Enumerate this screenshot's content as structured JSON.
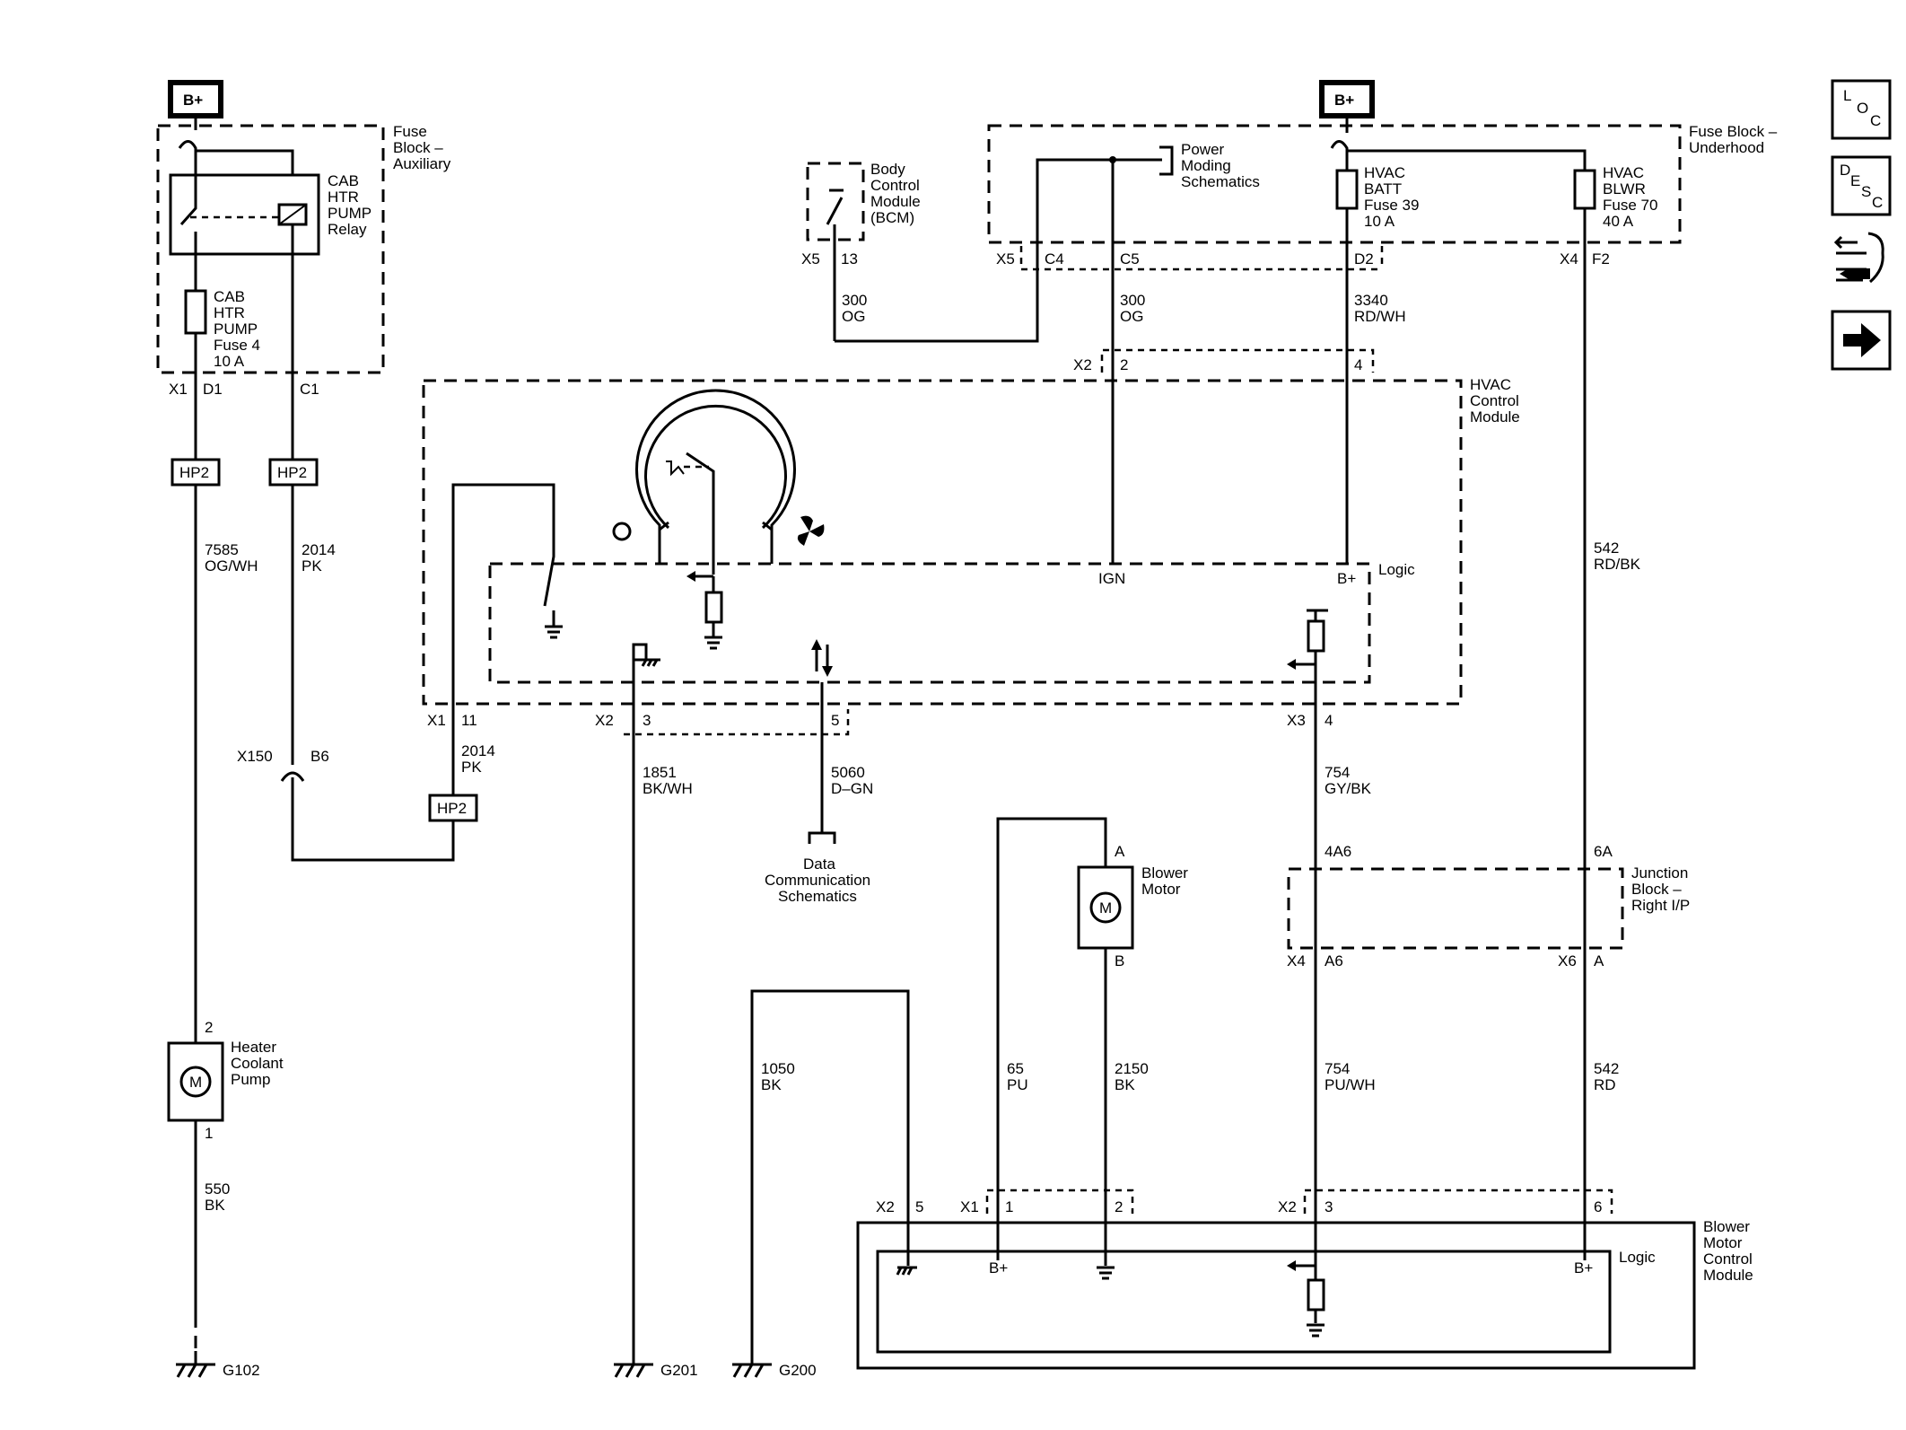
{
  "nav": {
    "loc": {
      "a": "L",
      "b": "O",
      "c": "C"
    },
    "desc": {
      "a": "D",
      "b": "E",
      "c": "S",
      "d": "C"
    }
  },
  "power": {
    "b_plus": "B+"
  },
  "fuse_block_aux": {
    "label": [
      "Fuse",
      "Block –",
      "Auxiliary"
    ]
  },
  "relay": {
    "label": [
      "CAB",
      "HTR",
      "PUMP",
      "Relay"
    ]
  },
  "fuse4": {
    "label": [
      "CAB",
      "HTR",
      "PUMP",
      "Fuse 4",
      "10 A"
    ]
  },
  "aux_pins": {
    "x1": "X1",
    "d1": "D1",
    "c1": "C1"
  },
  "hp2": "HP2",
  "wire_7585": {
    "num": "7585",
    "color": "OG/WH"
  },
  "wire_2014": {
    "num": "2014",
    "color": "PK"
  },
  "x150": {
    "name": "X150",
    "pin": "B6"
  },
  "heater_pump": {
    "pin_top": "2",
    "pin_bottom": "1",
    "motor": "M",
    "label": [
      "Heater",
      "Coolant",
      "Pump"
    ]
  },
  "wire_550": {
    "num": "550",
    "color": "BK"
  },
  "grounds": {
    "g102": "G102",
    "g201": "G201",
    "g200": "G200"
  },
  "bcm": {
    "label": [
      "Body",
      "Control",
      "Module",
      "(BCM)"
    ],
    "x5": "X5",
    "pin": "13"
  },
  "wire_300a": {
    "num": "300",
    "color": "OG"
  },
  "wire_300b": {
    "num": "300",
    "color": "OG"
  },
  "power_moding": {
    "label": [
      "Power",
      "Moding",
      "Schematics"
    ]
  },
  "fuse_block_uh": {
    "label": [
      "Fuse Block –",
      "Underhood"
    ],
    "x5": "X5",
    "c4": "C4",
    "c5": "C5",
    "d2": "D2",
    "x4": "X4",
    "f2": "F2"
  },
  "fuse39": {
    "label": [
      "HVAC",
      "BATT",
      "Fuse 39",
      "10 A"
    ]
  },
  "fuse70": {
    "label": [
      "HVAC",
      "BLWR",
      "Fuse 70",
      "40 A"
    ]
  },
  "wire_3340": {
    "num": "3340",
    "color": "RD/WH"
  },
  "wire_542a": {
    "num": "542",
    "color": "RD/BK"
  },
  "hvac_module": {
    "label": [
      "HVAC",
      "Control",
      "Module"
    ],
    "x2_top": "X2",
    "pin2": "2",
    "pin4": "4",
    "logic": "Logic",
    "ign": "IGN",
    "bplus": "B+",
    "off": "O",
    "x1": "X1",
    "pin11": "11",
    "x2": "X2",
    "pin3": "3",
    "pin5": "5",
    "x3": "X3",
    "pin4b": "4"
  },
  "wire_2014b": {
    "num": "2014",
    "color": "PK"
  },
  "wire_1851": {
    "num": "1851",
    "color": "BK/WH"
  },
  "wire_5060": {
    "num": "5060",
    "color": "D–GN"
  },
  "data_comm": {
    "label": [
      "Data",
      "Communication",
      "Schematics"
    ]
  },
  "wire_754a": {
    "num": "754",
    "color": "GY/BK"
  },
  "blower_motor": {
    "pin_a": "A",
    "pin_b": "B",
    "motor": "M",
    "label": [
      "Blower",
      "Motor"
    ]
  },
  "junction_block": {
    "label": [
      "Junction",
      "Block –",
      "Right I/P"
    ],
    "p4a6": "4A6",
    "p6a": "6A",
    "x4": "X4",
    "a6": "A6",
    "x6": "X6",
    "a": "A"
  },
  "wire_1050": {
    "num": "1050",
    "color": "BK"
  },
  "wire_65": {
    "num": "65",
    "color": "PU"
  },
  "wire_2150": {
    "num": "2150",
    "color": "BK"
  },
  "wire_754b": {
    "num": "754",
    "color": "PU/WH"
  },
  "wire_542b": {
    "num": "542",
    "color": "RD"
  },
  "bmcm": {
    "label": [
      "Blower",
      "Motor",
      "Control",
      "Module"
    ],
    "x2": "X2",
    "p5": "5",
    "x1": "X1",
    "p1": "1",
    "p2": "2",
    "x2b": "X2",
    "p3": "3",
    "p6": "6",
    "logic": "Logic",
    "bplus1": "B+",
    "bplus2": "B+"
  }
}
